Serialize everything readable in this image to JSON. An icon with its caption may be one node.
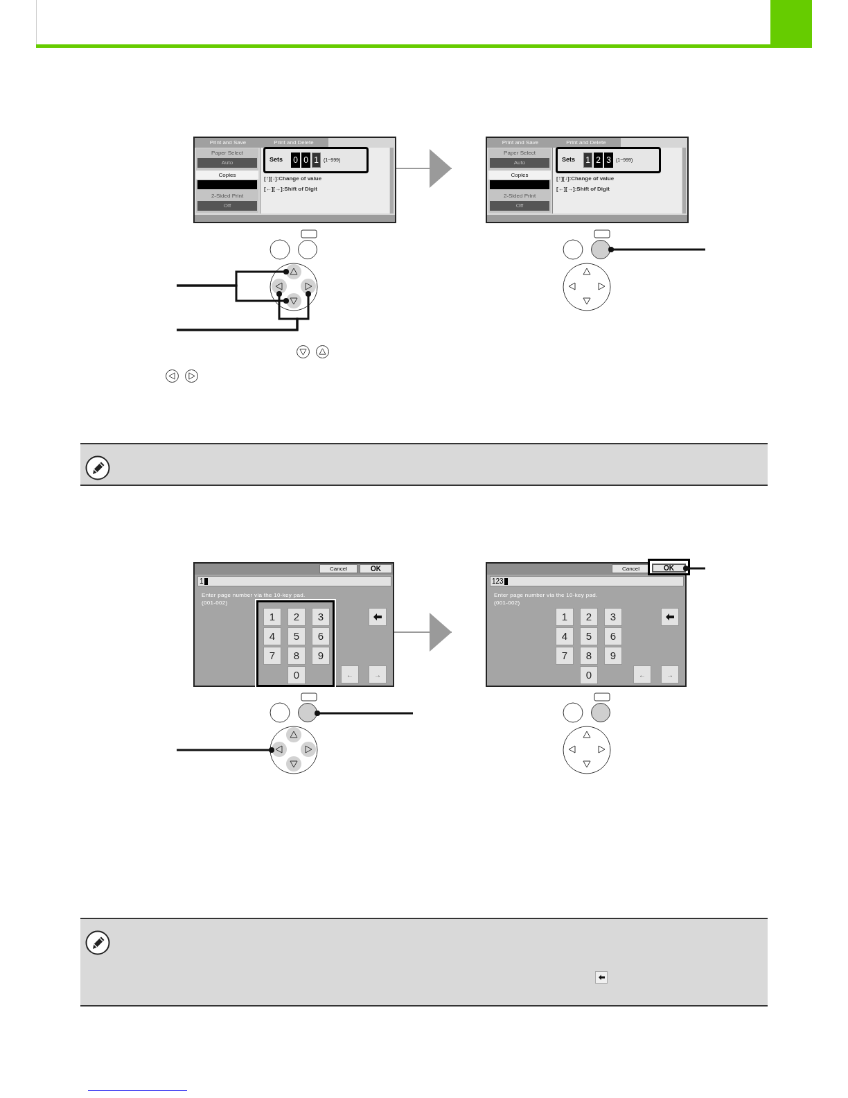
{
  "diagram": {
    "nodes": [
      {
        "text": [],
        "shape": "box"
      },
      {
        "text": [],
        "shape": "box"
      },
      {
        "text": [],
        "shape": "box"
      },
      {
        "text": [],
        "shape": "box"
      },
      {
        "text": [
          "OK"
        ],
        "in": 3
      },
      {
        "text": [],
        "shape": "circle"
      },
      {
        "text": [],
        "shape": "circle"
      },
      {
        "text": [],
        "shape": "circle"
      },
      {
        "text": [],
        "shape": "circle"
      },
      {
        "text": [],
        "shape": "circle"
      },
      {
        "text": [],
        "shape": "circle"
      },
      {
        "text": [],
        "shape": "circle"
      }
    ],
    "edges": [
      {
        "from": 0,
        "to": 1,
        "arrow": "to",
        "color": "#9a9a9a"
      },
      {
        "from": null,
        "to": 5,
        "arrow": "other"
      },
      {
        "from": null,
        "to": 8,
        "arrow": "other"
      },
      {
        "from": null,
        "to": 6,
        "arrow": "other"
      },
      {
        "from": null,
        "to": 7,
        "arrow": "other"
      },
      {
        "from": null,
        "to": 9,
        "arrow": "other"
      },
      {
        "from": 2,
        "to": 3,
        "arrow": "to",
        "color": "#9a9a9a"
      },
      {
        "from": null,
        "to": 10,
        "arrow": "other"
      },
      {
        "from": null,
        "to": 11,
        "arrow": "other"
      },
      {
        "from": null,
        "to": 4,
        "arrow": "other"
      }
    ],
    "labels": [
      "Print and Save",
      "Print and Delete",
      "Paper Select",
      "Auto",
      "Copies",
      "2-Sided Print",
      "Off",
      "Sets",
      "0",
      "0",
      "1",
      "(1~999)",
      "[↑][↓]:Change of value",
      "[←][→]:Shift of Digit",
      "Print and Save",
      "Print and Delete",
      "Paper Select",
      "Auto",
      "Copies",
      "2-Sided Print",
      "Off",
      "Sets",
      "1",
      "2",
      "3",
      "(1~999)",
      "[↑][↓]:Change of value",
      "[←][→]:Shift of Digit",
      "Cancel",
      "OK",
      "1",
      "Enter page number via the 10-key pad.",
      "(001-002)",
      "1",
      "2",
      "3",
      "4",
      "5",
      "6",
      "7",
      "8",
      "9",
      "0",
      "←",
      "→",
      "Cancel",
      "123",
      "Enter page number via the 10-key pad.",
      "(001-002)",
      "1",
      "2",
      "3",
      "4",
      "5",
      "6",
      "7",
      "8",
      "9",
      "0",
      "←",
      "→"
    ]
  }
}
